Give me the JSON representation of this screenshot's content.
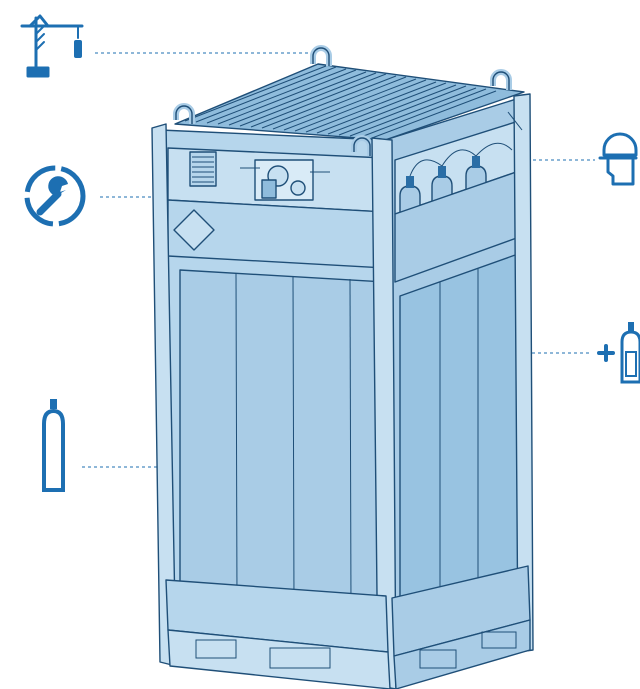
{
  "colors": {
    "icon_blue": "#1d6fb2",
    "frame_fill": "#a9cce6",
    "frame_light": "#c7e0f1",
    "panel_fill": "#b6d6ec",
    "outline": "#1f4f78",
    "cylinder_cap": "#2a6ea6"
  },
  "callouts": [
    {
      "id": "crane-lifting",
      "icon": "crane-icon"
    },
    {
      "id": "maintenance",
      "icon": "wrench-icon"
    },
    {
      "id": "safety",
      "icon": "hard-hat-person-icon"
    },
    {
      "id": "add-cylinders",
      "icon": "add-cylinder-icon"
    },
    {
      "id": "gas-cylinder",
      "icon": "gas-cylinder-icon"
    }
  ]
}
